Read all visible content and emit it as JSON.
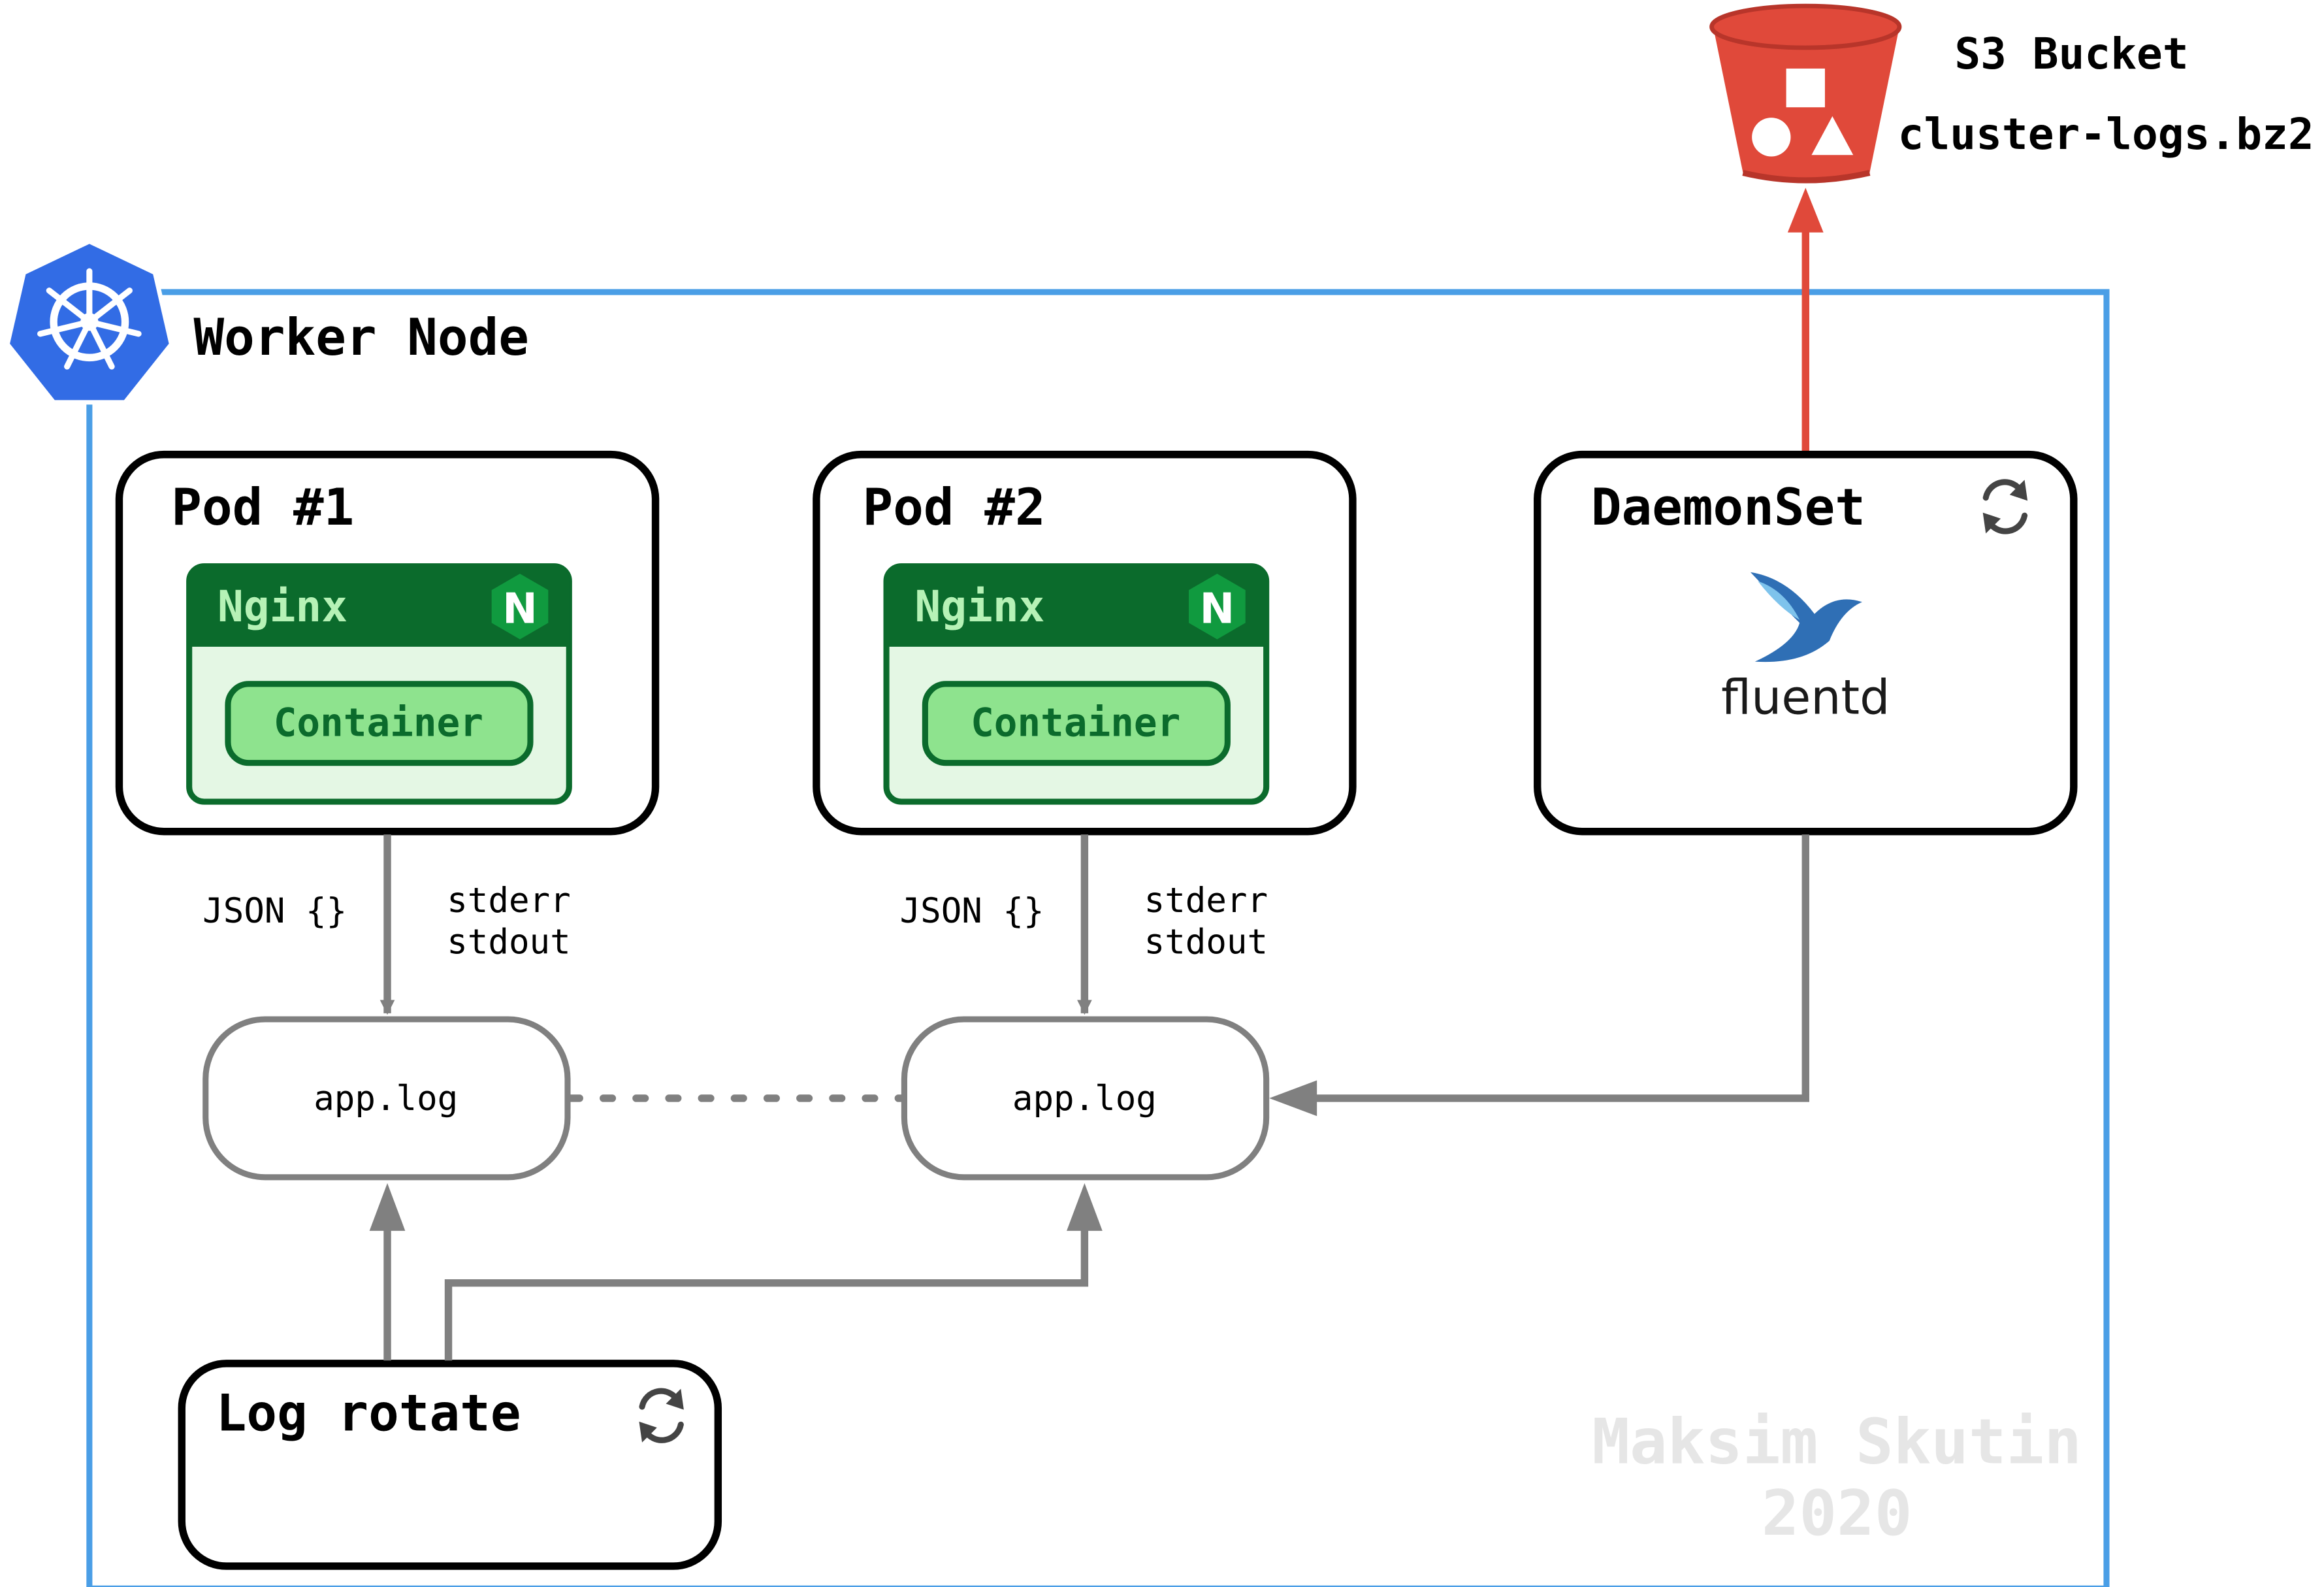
{
  "colors": {
    "node_border": "#4a9ee6",
    "k8s_blue": "#326ce5",
    "nginx_dark": "#0b6b2c",
    "nginx_badge": "#109a3f",
    "container_fill": "#8ee38e",
    "container_bg": "#e4f7e4",
    "gray_line": "#808080",
    "s3_red": "#e0493a",
    "s3_red_dark": "#b8352a",
    "fluentd_blue": "#2f6fb5",
    "watermark": "#e6e6e6"
  },
  "worker_node": {
    "title": "Worker Node",
    "icon": "kubernetes-helm-icon"
  },
  "s3": {
    "title": "S3 Bucket",
    "file": "cluster-logs.bz2",
    "icon": "s3-bucket-icon"
  },
  "pods": [
    {
      "title": "Pod #1",
      "app": "Nginx",
      "badge": "N",
      "container": "Container",
      "left_label": "JSON {}",
      "right_label_1": "stderr",
      "right_label_2": "stdout",
      "log": "app.log"
    },
    {
      "title": "Pod #2",
      "app": "Nginx",
      "badge": "N",
      "container": "Container",
      "left_label": "JSON {}",
      "right_label_1": "stderr",
      "right_label_2": "stdout",
      "log": "app.log"
    }
  ],
  "daemonset": {
    "title": "DaemonSet",
    "logo_text": "fluentd",
    "icon": "refresh-icon"
  },
  "logrotate": {
    "title": "Log rotate",
    "icon": "refresh-icon"
  },
  "watermark": {
    "line1": "Maksim Skutin",
    "line2": "2020"
  }
}
